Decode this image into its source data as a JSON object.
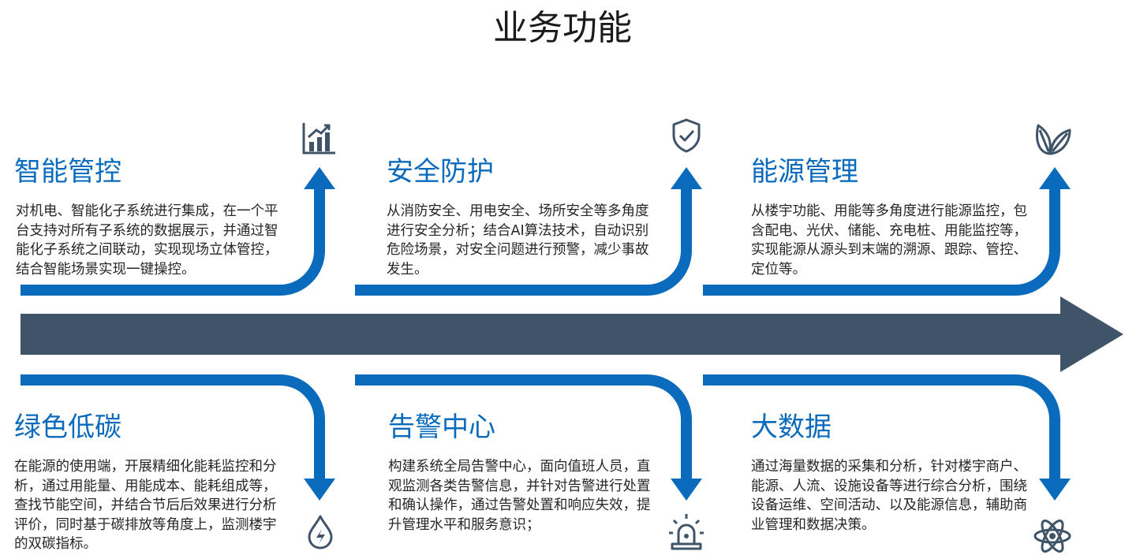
{
  "title": "业务功能",
  "colors": {
    "accent": "#0a6bbd",
    "main_arrow": "#3f5469",
    "icon": "#3f5469",
    "text": "#262626"
  },
  "top_cards": [
    {
      "title": "智能管控",
      "description": "对机电、智能化子系统进行集成，在一个平台支持对所有子系统的数据展示，并通过智能化子系统之间联动，实现现场立体管控，结合智能场景实现一键操控。",
      "icon": "bar-chart-growth-icon"
    },
    {
      "title": "安全防护",
      "description": "从消防安全、用电安全、场所安全等多角度进行安全分析；结合AI算法技术，自动识别危险场景，对安全问题进行预警，减少事故发生。",
      "icon": "shield-check-icon"
    },
    {
      "title": "能源管理",
      "description": "从楼宇功能、用能等多角度进行能源监控，包含配电、光伏、储能、充电桩、用能监控等，实现能源从源头到末端的溯源、跟踪、管控、定位等。",
      "icon": "leaves-icon"
    }
  ],
  "bottom_cards": [
    {
      "title": "绿色低碳",
      "description": "在能源的使用端，开展精细化能耗监控和分析，通过用能量、用能成本、能耗组成等，查找节能空间，并结合节后后效果进行分析评价，同时基于碳排放等角度上，监测楼宇的双碳指标。",
      "icon": "water-drop-bolt-icon"
    },
    {
      "title": "告警中心",
      "description": "构建系统全局告警中心，面向值班人员，直观监测各类告警信息，并针对告警进行处置和确认操作，通过告警处置和响应失效，提升管理水平和服务意识；",
      "icon": "alarm-siren-icon"
    },
    {
      "title": "大数据",
      "description": "通过海量数据的采集和分析，针对楼宇商户、能源、人流、设施设备等进行综合分析，围绕设备运维、空间活动、以及能源信息，辅助商业管理和数据决策。",
      "icon": "atom-icon"
    }
  ]
}
